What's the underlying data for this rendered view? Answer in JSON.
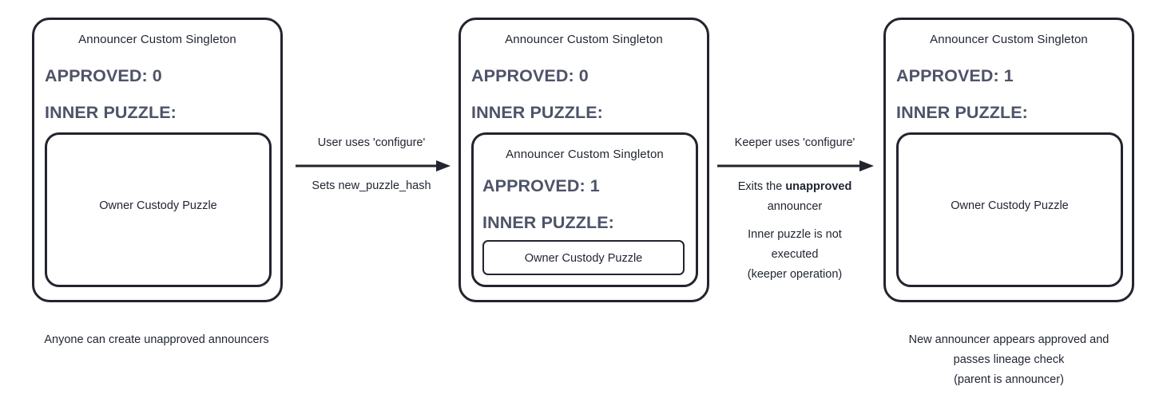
{
  "diagram": {
    "title_text": "Announcer Custom Singleton",
    "labels": {
      "approved": "APPROVED:",
      "inner_puzzle": "INNER PUZZLE:",
      "owner_custody_puzzle": "Owner Custody Puzzle"
    },
    "colors": {
      "border": "#22242e",
      "heading_text": "#4e5368",
      "body_text": "#1f2430",
      "background": "#ffffff"
    }
  },
  "stages": [
    {
      "id": "stage-1",
      "singleton_title": "Announcer Custom Singleton",
      "approved_label": "APPROVED: 0",
      "approved_value": "0",
      "inner_puzzle_label": "INNER PUZZLE:",
      "inner_box_label": "Owner Custody Puzzle",
      "caption": "Anyone can create unapproved announcers"
    },
    {
      "id": "stage-2",
      "singleton_title": "Announcer Custom Singleton",
      "approved_label": "APPROVED: 0",
      "approved_value": "0",
      "inner_puzzle_label": "INNER PUZZLE:",
      "nested": {
        "singleton_title": "Announcer Custom Singleton",
        "approved_label": "APPROVED: 1",
        "approved_value": "1",
        "inner_puzzle_label": "INNER PUZZLE:",
        "inner_box_label": "Owner Custody Puzzle"
      },
      "caption": ""
    },
    {
      "id": "stage-3",
      "singleton_title": "Announcer Custom Singleton",
      "approved_label": "APPROVED: 1",
      "approved_value": "1",
      "inner_puzzle_label": "INNER PUZZLE:",
      "inner_box_label": "Owner Custody Puzzle",
      "caption_line_1": "New announcer appears approved and",
      "caption_line_2": "passes lineage check",
      "caption_line_3": "(parent is announcer)"
    }
  ],
  "transitions": [
    {
      "id": "transition-1",
      "above_label": "User uses 'configure'",
      "below_label": "Sets new_puzzle_hash"
    },
    {
      "id": "transition-2",
      "above_label": "Keeper uses 'configure'",
      "note_1_prefix": "Exits the ",
      "note_1_bold": "unapproved",
      "note_1_suffix": "",
      "note_1_line_2": "announcer",
      "note_2_line_1": "Inner puzzle is not",
      "note_2_line_2": "executed",
      "note_2_line_3": "(keeper operation)"
    }
  ]
}
